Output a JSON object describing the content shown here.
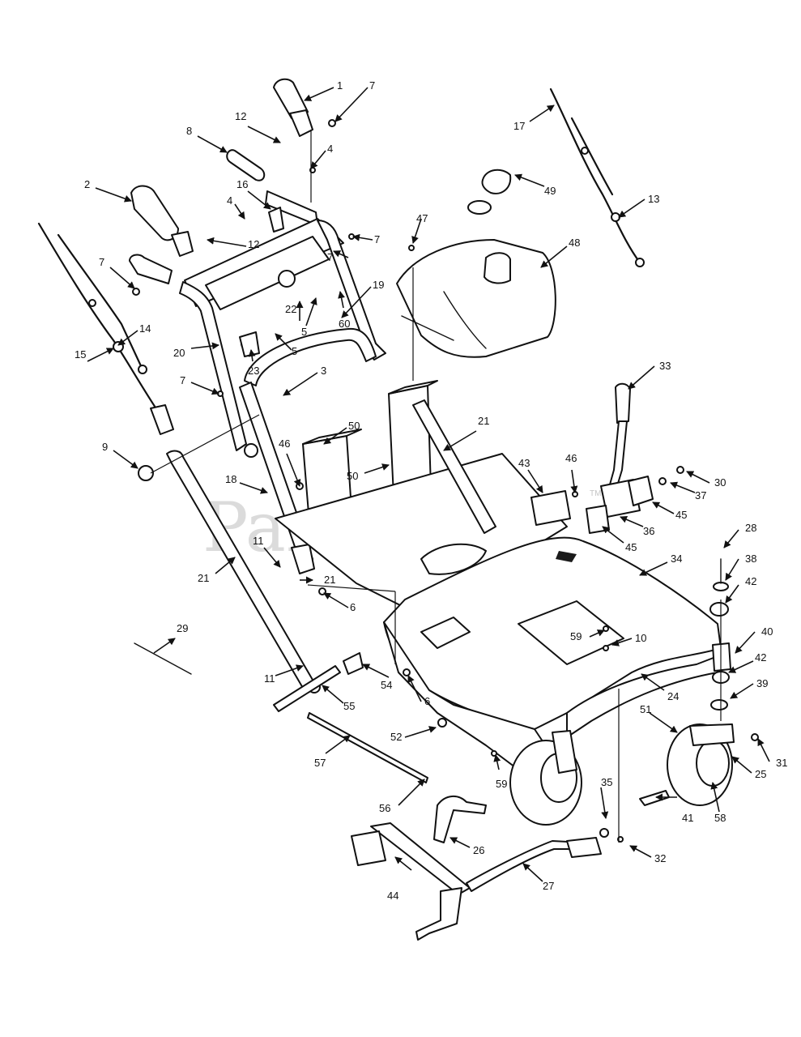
{
  "watermark": {
    "text": "PartsTree",
    "trademark": "TM"
  },
  "callouts": [
    "1",
    "2",
    "3",
    "4",
    "4",
    "5",
    "5",
    "6",
    "6",
    "7",
    "7",
    "7",
    "7",
    "7",
    "8",
    "9",
    "10",
    "11",
    "11",
    "12",
    "12",
    "13",
    "14",
    "15",
    "16",
    "17",
    "18",
    "19",
    "20",
    "21",
    "21",
    "21",
    "22",
    "23",
    "24",
    "25",
    "26",
    "27",
    "28",
    "29",
    "30",
    "31",
    "32",
    "33",
    "34",
    "35",
    "36",
    "37",
    "38",
    "39",
    "40",
    "41",
    "42",
    "42",
    "43",
    "44",
    "45",
    "45",
    "46",
    "46",
    "47",
    "48",
    "49",
    "50",
    "50",
    "51",
    "52",
    "54",
    "55",
    "56",
    "57",
    "58",
    "59",
    "59",
    "60"
  ],
  "colors": {
    "line": "#111111",
    "watermark": "#cfcfcf",
    "background": "#ffffff"
  }
}
